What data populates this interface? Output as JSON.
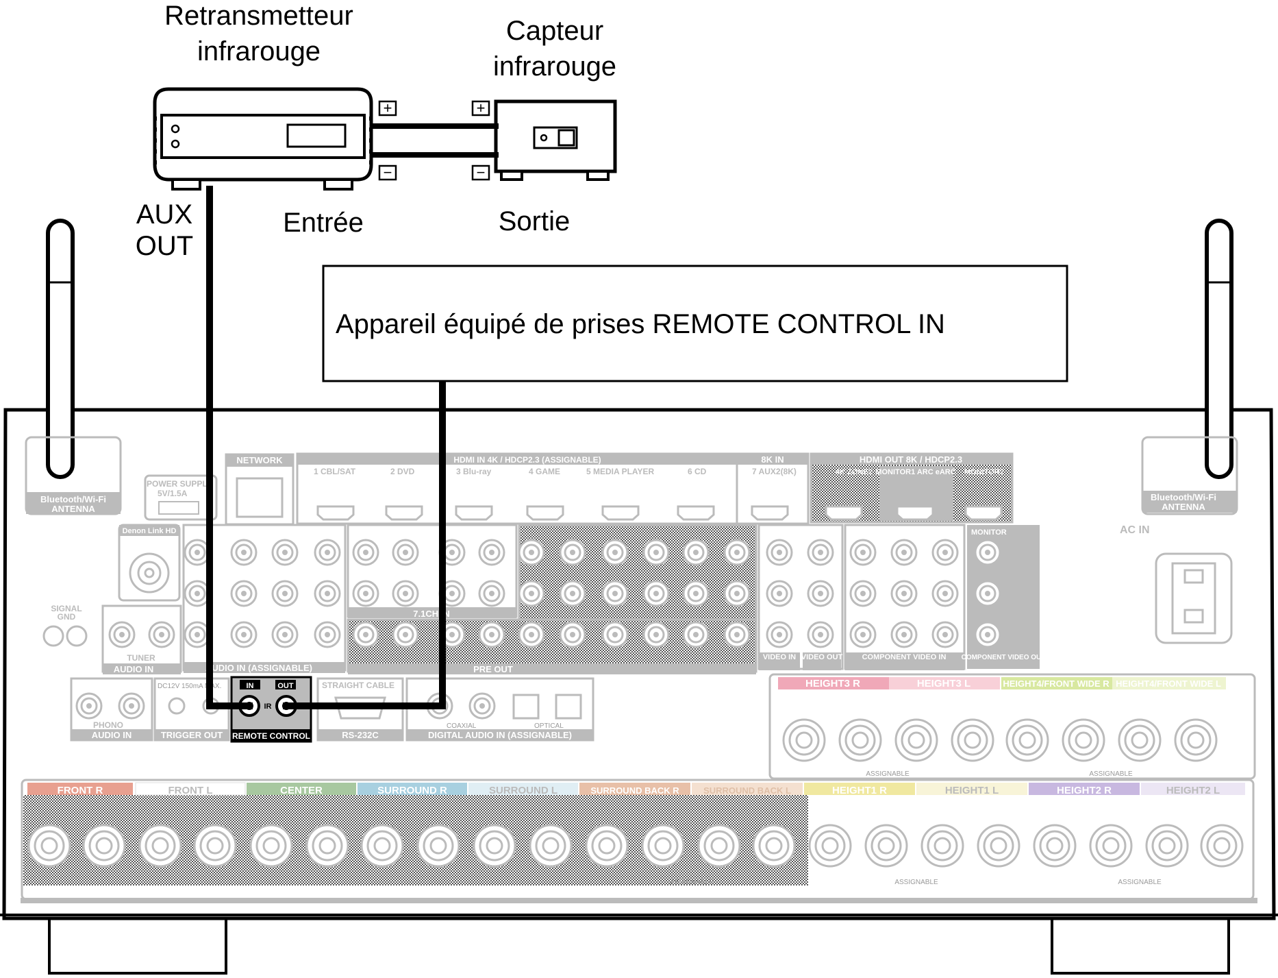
{
  "labels": {
    "ir_retransmitter": [
      "Retransmetteur",
      "infrarouge"
    ],
    "ir_sensor": [
      "Capteur",
      "infrarouge"
    ],
    "aux_out": [
      "AUX",
      "OUT"
    ],
    "input": "Entrée",
    "output": "Sortie",
    "device_box": "Appareil équipé de prises REMOTE CONTROL IN",
    "plus": "+",
    "minus": "−"
  },
  "receiver": {
    "antenna": [
      "Bluetooth/Wi-Fi",
      "ANTENNA"
    ],
    "network": "NETWORK",
    "power_supply": [
      "POWER SUPPLY",
      "5V/1.5A"
    ],
    "denon_link": "Denon Link HD",
    "signal_gnd": [
      "SIGNAL",
      "GND"
    ],
    "hdmi_in": "HDMI IN 4K / HDCP2.3 (ASSIGNABLE)",
    "hdmi_in_8k": "8K IN",
    "hdmi_out": "HDMI OUT 8K / HDCP2.3",
    "hdmi_inputs": [
      "1 CBL/SAT",
      "2 DVD",
      "3 Blu-ray",
      "4 GAME",
      "5 MEDIA PLAYER",
      "6 CD",
      "7 AUX2(8K)"
    ],
    "hdmi_outputs": [
      "4K ZONE2",
      "MONITOR1 ARC eARC",
      "MONITOR2"
    ],
    "ac_in": "AC IN",
    "tuner": "TUNER",
    "audio_in": "AUDIO IN",
    "audio_in_assignable": "AUDIO IN (ASSIGNABLE)",
    "phono": "PHONO",
    "pre_out": "PRE OUT",
    "seven_one_ch": "7.1CH IN",
    "trigger_out": "TRIGGER OUT",
    "trigger_spec": "DC12V 150mA MAX.",
    "remote_control": "REMOTE CONTROL",
    "remote_in": "IN",
    "remote_out": "OUT",
    "remote_ir": "IR",
    "rs232c": "RS-232C",
    "straight_cable": "STRAIGHT CABLE",
    "digital_audio": "DIGITAL AUDIO IN (ASSIGNABLE)",
    "coaxial": "COAXIAL",
    "optical": "OPTICAL",
    "video_in": "VIDEO IN",
    "video_out": "VIDEO OUT",
    "component_video_in": "COMPONENT VIDEO IN",
    "component_video_out": "COMPONENT VIDEO OUT",
    "monitor": "MONITOR",
    "speakers": "SPEAKERS",
    "assignable": "ASSIGNABLE",
    "upper_speakers": [
      "HEIGHT3 R",
      "HEIGHT3 L",
      "HEIGHT4/FRONT WIDE R",
      "HEIGHT4/FRONT WIDE L"
    ],
    "lower_speakers": [
      "FRONT R",
      "FRONT L",
      "CENTER",
      "SURROUND R",
      "SURROUND L",
      "SURROUND BACK R",
      "SURROUND BACK L",
      "HEIGHT1 R",
      "HEIGHT1 L",
      "HEIGHT2 R",
      "HEIGHT2 L"
    ]
  },
  "colors": {
    "front_r": "#e8a090",
    "center": "#a8c8a0",
    "surround_r": "#a8d0e0",
    "surround_back_r": "#e8c0a8",
    "height1_r": "#f0e8a0",
    "height2_r": "#c8b8e0",
    "height3_r": "#f0a8b8",
    "height4_r": "#d8e8a0",
    "panel_grey": "#cccccc",
    "cable": "#000000"
  }
}
